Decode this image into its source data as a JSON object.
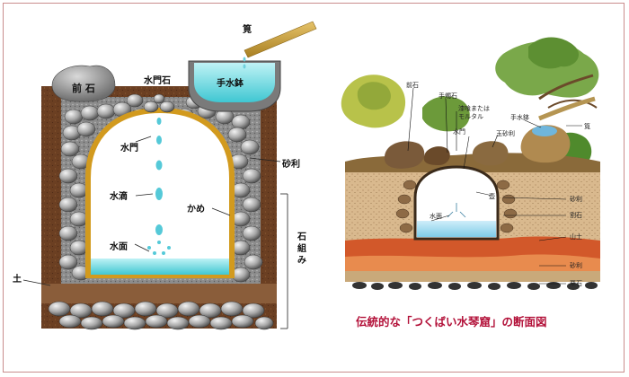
{
  "left_diagram": {
    "labels": {
      "kakei": "筧",
      "chozubachi": "手水鉢",
      "maeishi": "前 石",
      "suimonseki": "水門石",
      "suimon": "水門",
      "suiteki": "水滴",
      "suimen": "水面",
      "kame": "かめ",
      "jari": "砂利",
      "tsuchi": "土",
      "ishigumi": "石組み"
    }
  },
  "right_diagram": {
    "labels": {
      "maeishi": "前石",
      "teshokuishi": "手燭石",
      "shikkui": "漆喰または",
      "mortar": "モルタル",
      "tamajari": "玉砂利",
      "suimon": "水門",
      "chozubachi": "手水鉢",
      "kakei": "筧",
      "tsubo": "壺",
      "suimen": "水面",
      "jari": "砂利",
      "wariishi": "割石",
      "yamatsuchi": "山土",
      "jari2": "砂利",
      "kuriishi": "栗石"
    }
  },
  "caption": "伝統的な「つくばい水琴窟」の断面図"
}
